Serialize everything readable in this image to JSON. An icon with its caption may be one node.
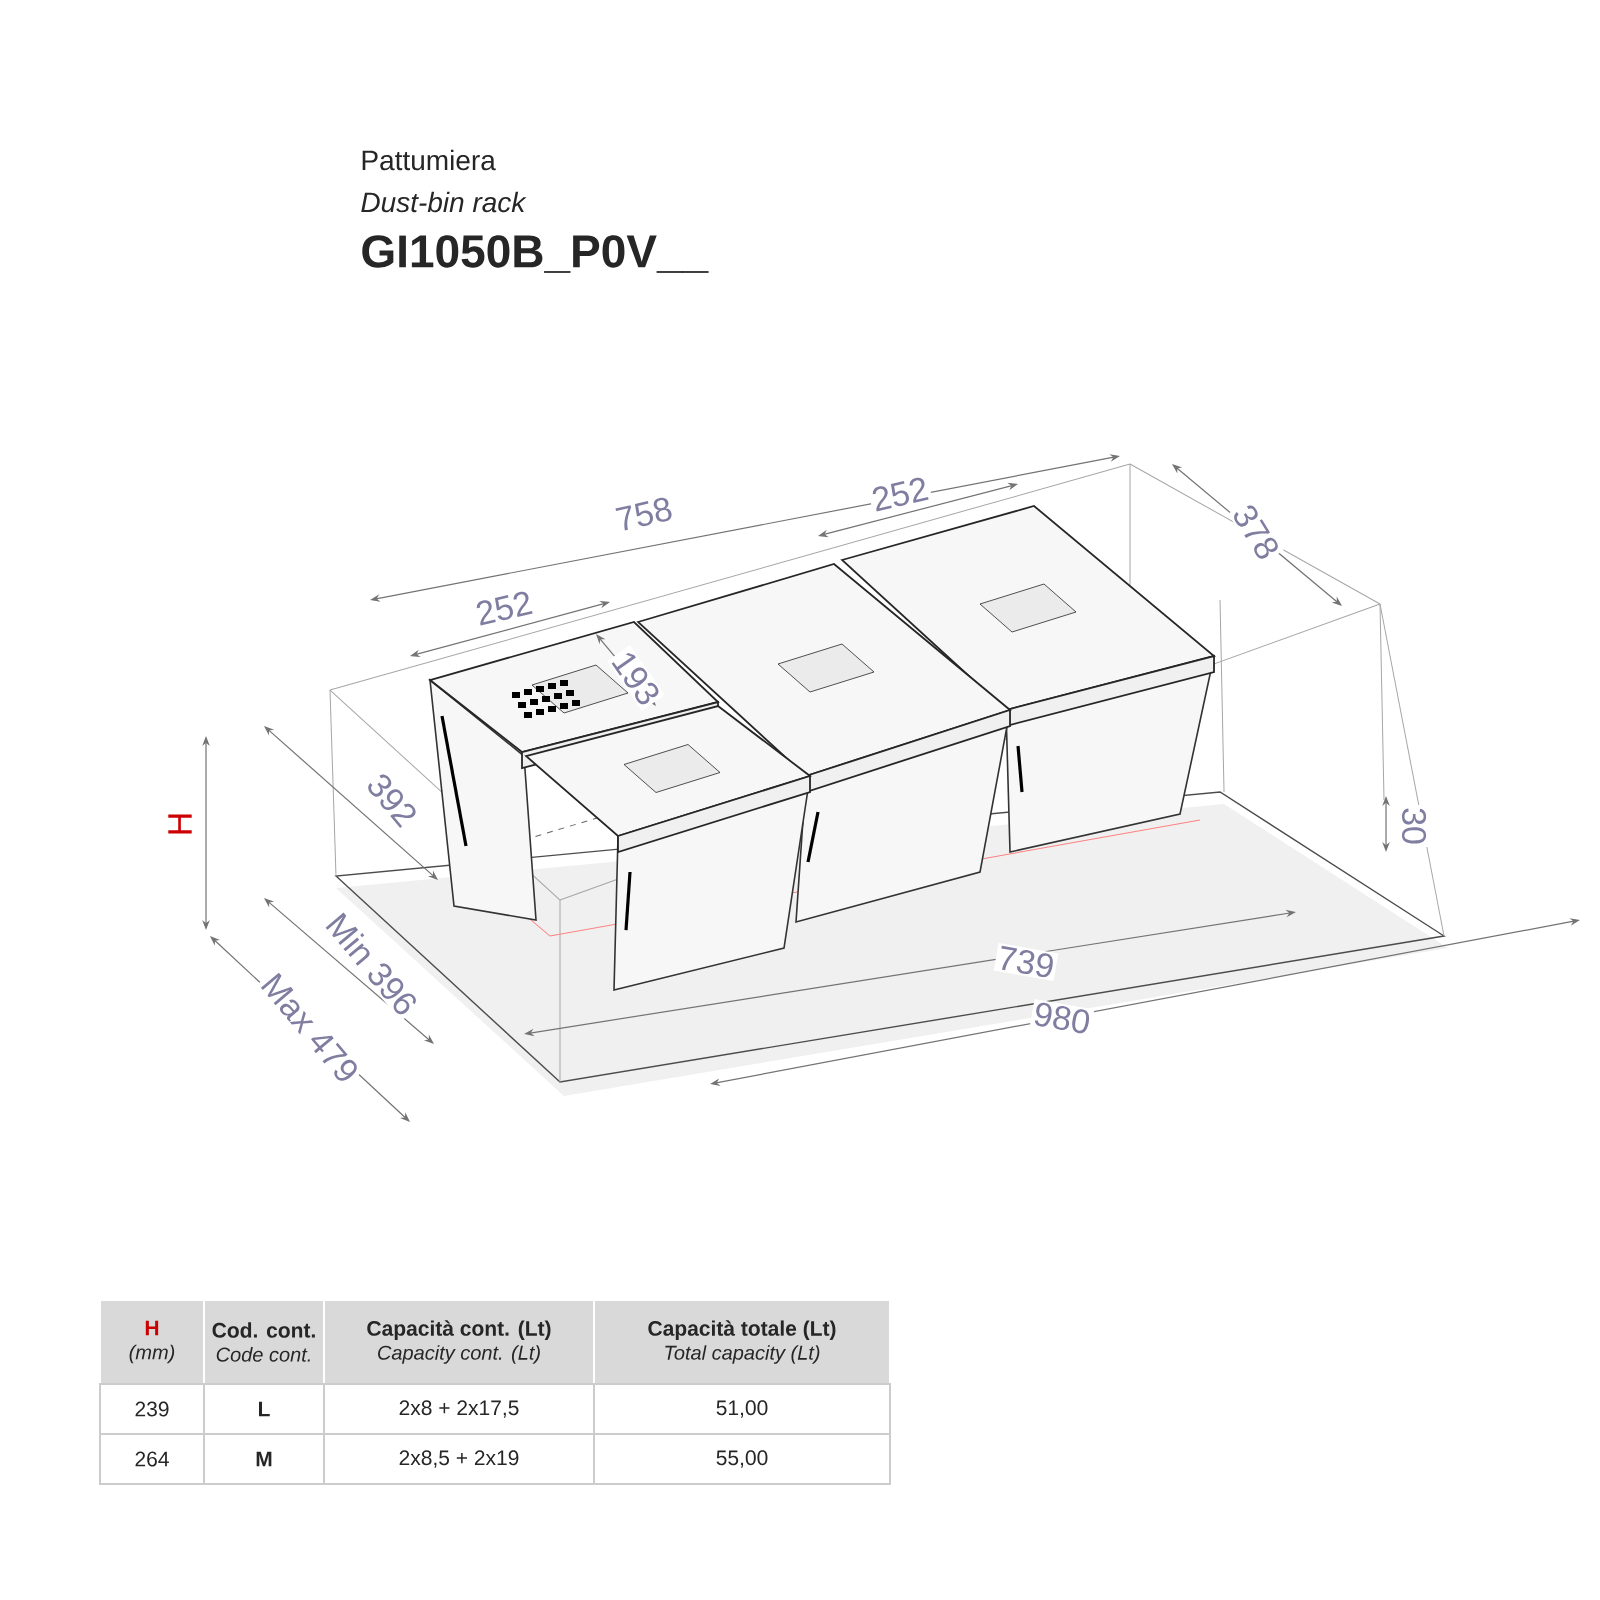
{
  "diagram": {
    "labels": [
      "Pattumiera",
      "*Dust-bin rack*",
      "GI1050B_P0V__",
      "758",
      "252",
      "378",
      "252",
      "193",
      "392",
      "H",
      "30",
      "739",
      "Min 396",
      "980",
      "Max 479",
      "H",
      "(mm)",
      "Cod. cont.",
      "Code cont.",
      "Capacità cont. (Lt)",
      "Capacity cont. (Lt)",
      "Capacità totale (Lt)",
      "Total capacity (Lt)",
      "239",
      "L",
      "2x8 + 2x17,5",
      "51,00",
      "264",
      "M",
      "2x8,5 + 2x19",
      "55,00"
    ]
  }
}
